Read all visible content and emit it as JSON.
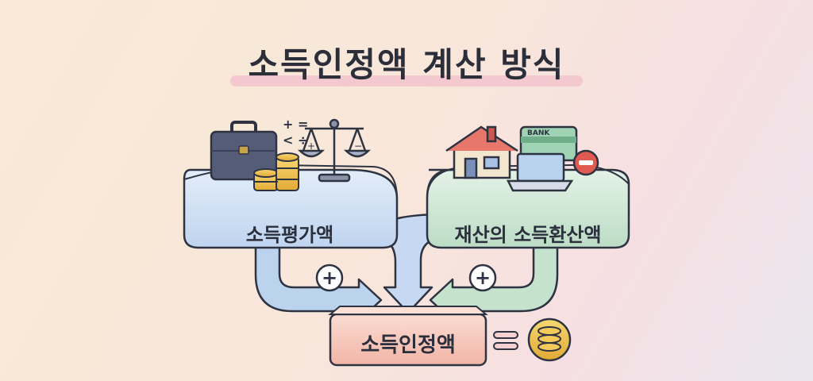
{
  "title": "소득인정액 계산 방식",
  "left_box": {
    "label": "소득평가액",
    "color": "#cfe0f3"
  },
  "right_box": {
    "label": "재산의 소득환산액",
    "color": "#cfe8d6"
  },
  "result_box": {
    "label": "소득인정액",
    "color": "#f7c9bd"
  },
  "left_operator": "+",
  "right_operator": "+",
  "equals": "=",
  "icons": {
    "left": [
      "briefcase-icon",
      "coins-icon",
      "math-symbols-icon",
      "scale-icon"
    ],
    "right": [
      "house-icon",
      "bank-card-icon",
      "laptop-icon",
      "minus-icon"
    ],
    "result": "coins-icon"
  },
  "bank_card_text": "BANK",
  "math_symbols": {
    "row1": "+ =",
    "row2": "< ÷"
  }
}
